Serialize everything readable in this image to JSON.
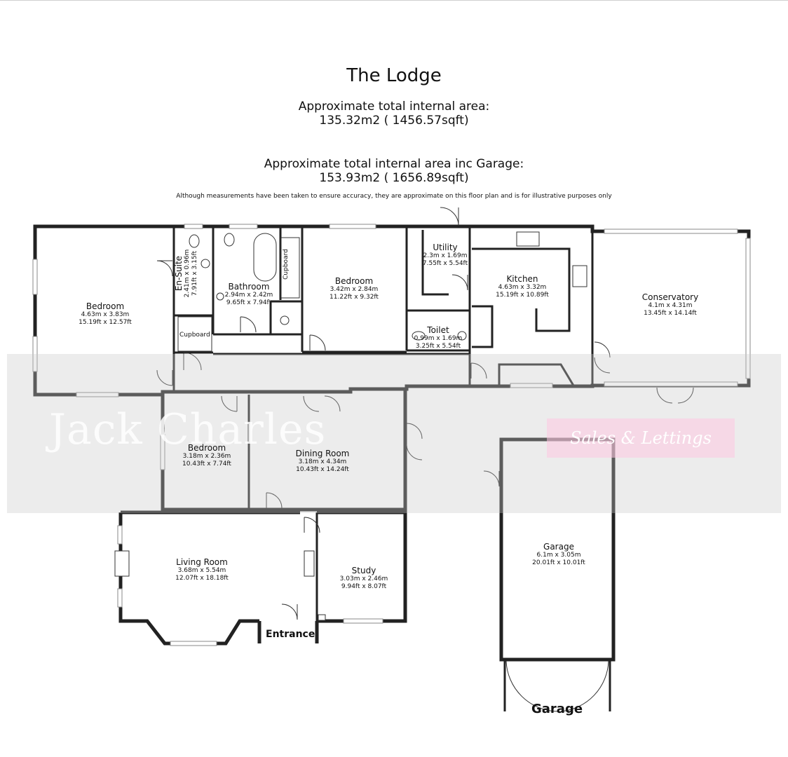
{
  "header": {
    "title": "The Lodge",
    "area_label": "Approximate total internal area:",
    "area_value": "135.32m2 ( 1456.57sqft)",
    "area_garage_label": "Approximate total internal area inc Garage:",
    "area_garage_value": "153.93m2 ( 1656.89sqft)",
    "disclaimer": "Although measurements have been taken to ensure accuracy, they are approximate on this floor plan and is for illustrative purposes only"
  },
  "watermark": {
    "brand": "Jack Charles",
    "tagline": "Sales & Lettings"
  },
  "rooms": {
    "bedroom1": {
      "name": "Bedroom",
      "metric": "4.63m x 3.83m",
      "imperial": "15.19ft x 12.57ft"
    },
    "ensuite": {
      "name": "En-Suite",
      "metric": "2.41m x 0.96m",
      "imperial": "7.91ft x 3.15ft"
    },
    "bathroom": {
      "name": "Bathroom",
      "metric": "2.94m x 2.42m",
      "imperial": "9.65ft x 7.94ft"
    },
    "bedroom2": {
      "name": "Bedroom",
      "metric": "3.42m x 2.84m",
      "imperial": "11.22ft x 9.32ft"
    },
    "utility": {
      "name": "Utility",
      "metric": "2.3m x 1.69m",
      "imperial": "7.55ft x 5.54ft"
    },
    "toilet": {
      "name": "Toilet",
      "metric": "0.99m x 1.69m",
      "imperial": "3.25ft x 5.54ft"
    },
    "kitchen": {
      "name": "Kitchen",
      "metric": "4.63m x 3.32m",
      "imperial": "15.19ft x 10.89ft"
    },
    "conservatory": {
      "name": "Conservatory",
      "metric": "4.1m x 4.31m",
      "imperial": "13.45ft x 14.14ft"
    },
    "bedroom3": {
      "name": "Bedroom",
      "metric": "3.18m x 2.36m",
      "imperial": "10.43ft x 7.74ft"
    },
    "dining": {
      "name": "Dining Room",
      "metric": "3.18m x 4.34m",
      "imperial": "10.43ft x 14.24ft"
    },
    "living": {
      "name": "Living Room",
      "metric": "3.68m x 5.54m",
      "imperial": "12.07ft x 18.18ft"
    },
    "study": {
      "name": "Study",
      "metric": "3.03m x 2.46m",
      "imperial": "9.94ft x 8.07ft"
    },
    "garage": {
      "name": "Garage",
      "metric": "6.1m x 3.05m",
      "imperial": "20.01ft x 10.01ft"
    }
  },
  "labels": {
    "cupboard": "Cupboard",
    "entrance": "Entrance",
    "garage_entry": "Garage"
  },
  "colors": {
    "wall": "#222222",
    "wall_fill": "#ffffff",
    "watermark_band": "#d9d9d9",
    "watermark_pink": "#ffd1e6"
  }
}
